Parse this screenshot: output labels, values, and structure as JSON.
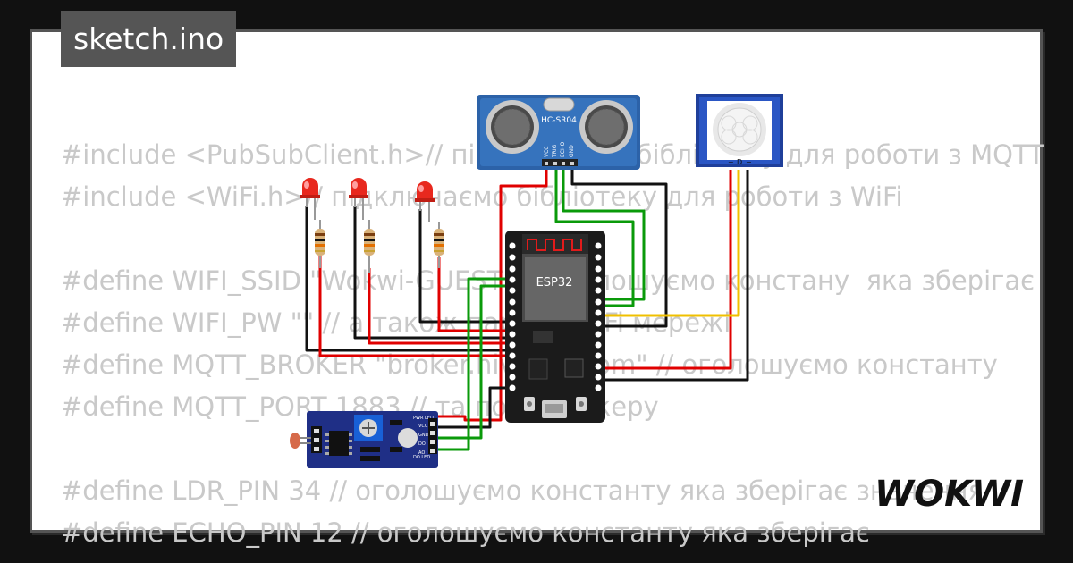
{
  "title": "sketch.ino",
  "code_lines": [
    "#include <PubSubClient.h>// підключаємо бібліотеку для роботи з MQTT",
    "#include <WiFi.h>// підключаємо бібліотеку для роботи з WiFi",
    "",
    "#define WIFI_SSID \"Wokwi-GUEST\" // оголошуємо констану  яка зберігає",
    "#define WIFI_PW \"\" // а також пароль WiFi мережі",
    "#define MQTT_BROKER \"broker.hivemq.com\" // оголошуємо константу",
    "#define MQTT_PORT 1883 // та порт брокеру",
    "",
    "#define LDR_PIN 34 // оголошуємо константу яка зберігає значення",
    "#define ECHO_PIN 12 // оголошуємо константу яка зберігає"
  ],
  "components": {
    "ultrasonic": {
      "model": "HC-SR04",
      "pins": [
        "VCC",
        "TRIG",
        "ECHO",
        "GND"
      ]
    },
    "pir": {
      "pins": [
        "+",
        "D",
        "−"
      ]
    },
    "mcu": {
      "label": "ESP32"
    },
    "ldr_module": {
      "pins": [
        "VCC",
        "GND",
        "DO",
        "AO"
      ],
      "leds": [
        "PWR LED",
        "DO LED"
      ]
    }
  },
  "brand": "WOKWI",
  "colors": {
    "background": "#111111",
    "tab": "#555555",
    "code_text": "#c9c9c9",
    "wire_red": "#e00000",
    "wire_black": "#111111",
    "wire_green": "#0a9a0a",
    "wire_yellow": "#f0c000",
    "board": "#1b1b1b",
    "sensor_blue": "#1f3f9a"
  }
}
